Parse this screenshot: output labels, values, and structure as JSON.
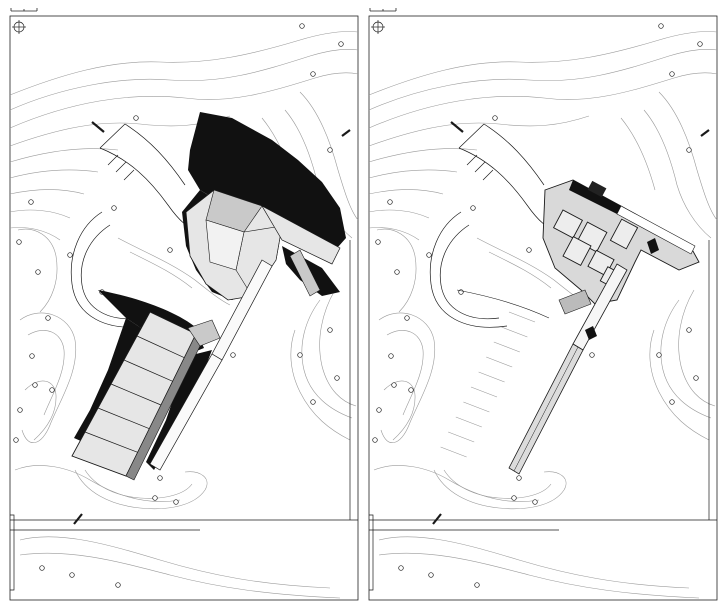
{
  "drawing": {
    "panels": [
      {
        "id": "left",
        "variant": "roof-and-shadow-plan"
      },
      {
        "id": "right",
        "variant": "floor-plan"
      }
    ],
    "colors": {
      "ink": "#1a1a1a",
      "contour": "#9a9a9a",
      "shadow": "#111111",
      "roof": "#e6e6e6",
      "roof_dark": "#c9c9c9",
      "paper": "#ffffff"
    },
    "symbols": [
      "north-arrow",
      "scale-bar",
      "tree-marker",
      "section-cut-marker"
    ]
  }
}
